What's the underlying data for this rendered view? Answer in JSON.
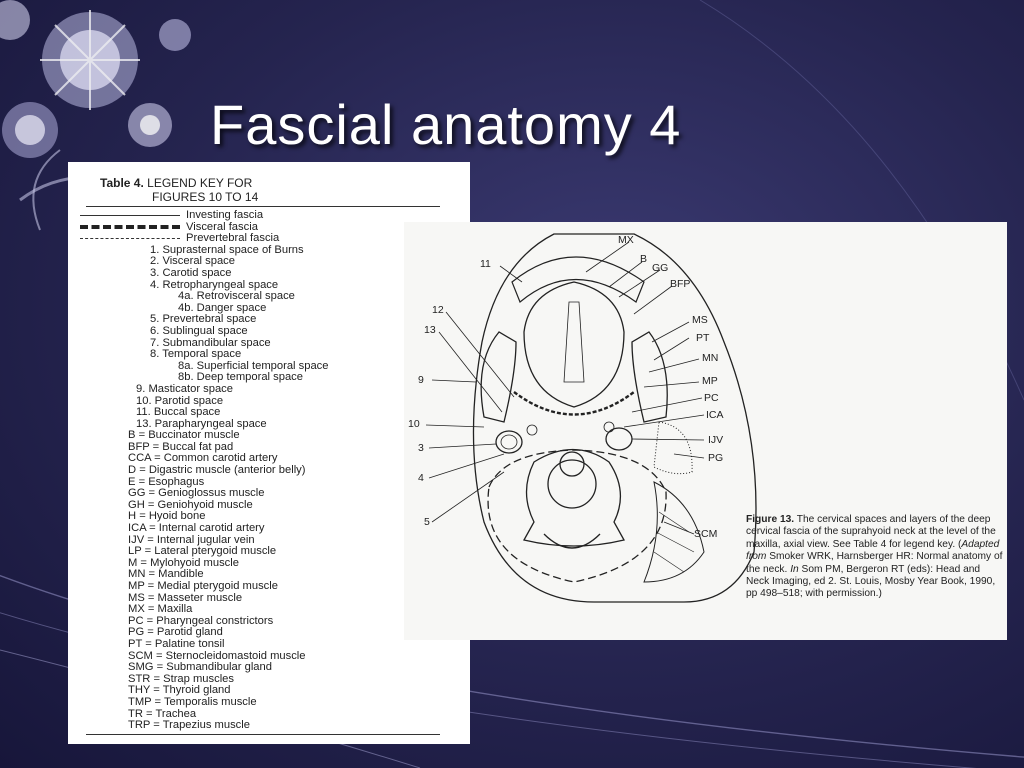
{
  "slide": {
    "title": "Fascial anatomy 4"
  },
  "table": {
    "heading_bold": "Table 4.",
    "heading_line1": "LEGEND KEY FOR",
    "heading_line2": "FIGURES 10 TO 14",
    "fascia_key": [
      {
        "style": "inv",
        "label": "Investing fascia"
      },
      {
        "style": "vis",
        "label": "Visceral fascia"
      },
      {
        "style": "pre",
        "label": "Prevertebral fascia"
      }
    ],
    "entries": [
      {
        "indent": 0,
        "text": "1.  Suprasternal space of Burns"
      },
      {
        "indent": 0,
        "text": "2.  Visceral space"
      },
      {
        "indent": 0,
        "text": "3.  Carotid space"
      },
      {
        "indent": 0,
        "text": "4.  Retropharyngeal space"
      },
      {
        "indent": 2,
        "text": "4a.  Retrovisceral space"
      },
      {
        "indent": 2,
        "text": "4b.  Danger space"
      },
      {
        "indent": 0,
        "text": "5.  Prevertebral space"
      },
      {
        "indent": 0,
        "text": "6.  Sublingual space"
      },
      {
        "indent": 0,
        "text": "7.  Submandibular space"
      },
      {
        "indent": 0,
        "text": "8.  Temporal space"
      },
      {
        "indent": 2,
        "text": "8a.  Superficial temporal space"
      },
      {
        "indent": 2,
        "text": "8b.  Deep temporal space"
      },
      {
        "indent": -1,
        "text": "9.  Masticator space"
      },
      {
        "indent": -1,
        "text": "10.  Parotid space"
      },
      {
        "indent": -1,
        "text": "11.  Buccal space"
      },
      {
        "indent": -1,
        "text": "13.  Parapharyngeal space"
      },
      {
        "indent": -2,
        "text": "B  =  Buccinator muscle"
      },
      {
        "indent": -2,
        "text": "BFP  =  Buccal fat pad"
      },
      {
        "indent": -2,
        "text": "CCA  =  Common carotid artery"
      },
      {
        "indent": -2,
        "text": "D  =  Digastric muscle (anterior belly)"
      },
      {
        "indent": -2,
        "text": "E  =  Esophagus"
      },
      {
        "indent": -2,
        "text": "GG  =  Genioglossus muscle"
      },
      {
        "indent": -2,
        "text": "GH  =  Geniohyoid muscle"
      },
      {
        "indent": -2,
        "text": "H  =  Hyoid bone"
      },
      {
        "indent": -2,
        "text": "ICA  =  Internal carotid artery"
      },
      {
        "indent": -2,
        "text": "IJV  =  Internal jugular vein"
      },
      {
        "indent": -2,
        "text": "LP  =  Lateral pterygoid muscle"
      },
      {
        "indent": -2,
        "text": "M  =  Mylohyoid muscle"
      },
      {
        "indent": -2,
        "text": "MN  =  Mandible"
      },
      {
        "indent": -2,
        "text": "MP  =  Medial pterygoid muscle"
      },
      {
        "indent": -2,
        "text": "MS  =  Masseter muscle"
      },
      {
        "indent": -2,
        "text": "MX  =  Maxilla"
      },
      {
        "indent": -2,
        "text": "PC  =  Pharyngeal constrictors"
      },
      {
        "indent": -2,
        "text": "PG  =  Parotid gland"
      },
      {
        "indent": -2,
        "text": "PT  =  Palatine tonsil"
      },
      {
        "indent": -2,
        "text": "SCM  =  Sternocleidomastoid muscle"
      },
      {
        "indent": -2,
        "text": "SMG  =  Submandibular gland"
      },
      {
        "indent": -2,
        "text": "STR  =  Strap muscles"
      },
      {
        "indent": -2,
        "text": "THY  =  Thyroid gland"
      },
      {
        "indent": -2,
        "text": "TMP  =  Temporalis muscle"
      },
      {
        "indent": -2,
        "text": "TR  =  Trachea"
      },
      {
        "indent": -2,
        "text": "TRP  =  Trapezius muscle"
      }
    ]
  },
  "figure": {
    "labels": {
      "mx": "MX",
      "b": "B",
      "gg": "GG",
      "bfp": "BFP",
      "n11": "11",
      "n12": "12",
      "n13": "13",
      "ms": "MS",
      "pt": "PT",
      "mn": "MN",
      "mp": "MP",
      "pc": "PC",
      "ica": "ICA",
      "ijv": "IJV",
      "pg": "PG",
      "n9": "9",
      "n10": "10",
      "n3": "3",
      "n4": "4",
      "n5": "5",
      "scm": "SCM"
    },
    "caption_bold": "Figure 13.",
    "caption_text1": " The cervical spaces and layers of the deep cervical fascia of the suprahyoid neck at the level of the maxilla, axial view. See Table 4 for legend key. (",
    "caption_italic": "Adapted from",
    "caption_text2": " Smoker WRK, Harnsberger HR: Normal anatomy of the neck. ",
    "caption_italic2": "In",
    "caption_text3": " Som PM, Bergeron RT (eds): Head and Neck Imaging, ed 2. St. Louis, Mosby Year Book, 1990, pp 498–518; with permission.)"
  }
}
